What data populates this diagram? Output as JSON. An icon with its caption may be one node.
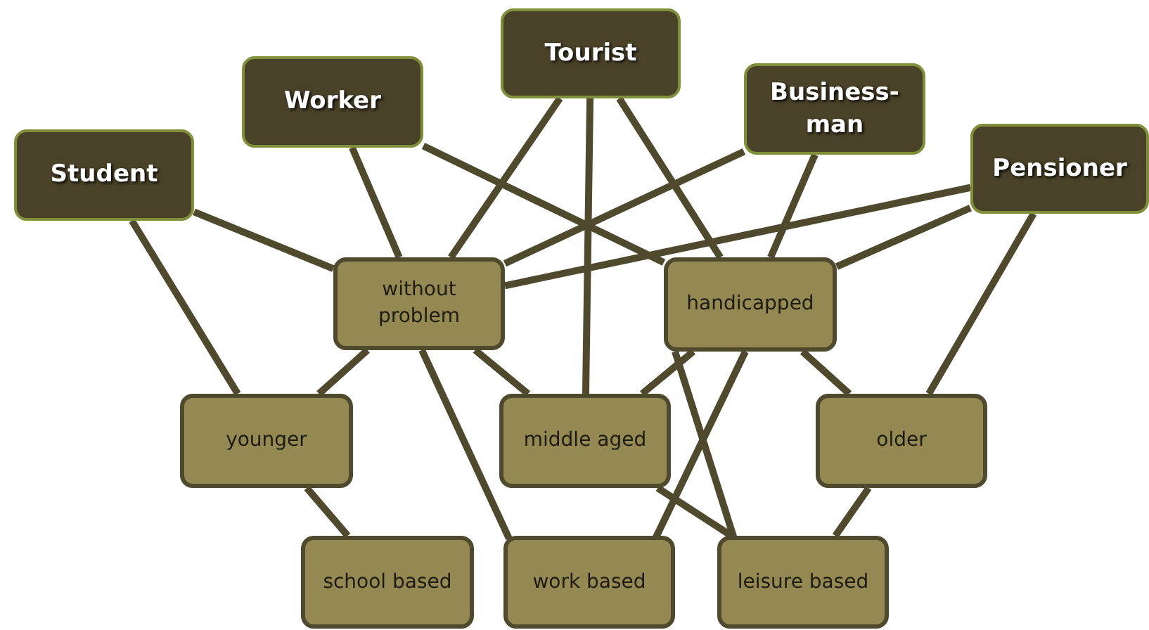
{
  "diagram": {
    "nodes": [
      {
        "text": [
          "Student"
        ]
      },
      {
        "text": [
          "Worker"
        ]
      },
      {
        "text": [
          "Tourist"
        ]
      },
      {
        "text": [
          "Business- man"
        ]
      },
      {
        "text": [
          "Pensioner"
        ]
      },
      {
        "text": [
          "without problem"
        ]
      },
      {
        "text": [
          "handicapped"
        ]
      },
      {
        "text": [
          "younger"
        ]
      },
      {
        "text": [
          "middle aged"
        ]
      },
      {
        "text": [
          "older"
        ]
      },
      {
        "text": [
          "school based"
        ]
      },
      {
        "text": [
          "work based"
        ]
      },
      {
        "text": [
          "leisure based"
        ]
      }
    ],
    "edges": [
      {
        "from": 0,
        "to": 5,
        "arrow": "none"
      },
      {
        "from": 0,
        "to": 7,
        "arrow": "none"
      },
      {
        "from": 1,
        "to": 5,
        "arrow": "none"
      },
      {
        "from": 1,
        "to": 6,
        "arrow": "none"
      },
      {
        "from": 2,
        "to": 5,
        "arrow": "none"
      },
      {
        "from": 2,
        "to": 6,
        "arrow": "none"
      },
      {
        "from": 2,
        "to": 8,
        "arrow": "none"
      },
      {
        "from": 3,
        "to": 5,
        "arrow": "none"
      },
      {
        "from": 3,
        "to": 6,
        "arrow": "none"
      },
      {
        "from": 4,
        "to": 5,
        "arrow": "none"
      },
      {
        "from": 4,
        "to": 6,
        "arrow": "none"
      },
      {
        "from": 4,
        "to": 9,
        "arrow": "none"
      },
      {
        "from": 5,
        "to": 7,
        "arrow": "none"
      },
      {
        "from": 5,
        "to": 8,
        "arrow": "none"
      },
      {
        "from": 5,
        "to": 11,
        "arrow": "none"
      },
      {
        "from": 6,
        "to": 8,
        "arrow": "none"
      },
      {
        "from": 6,
        "to": 11,
        "arrow": "none"
      },
      {
        "from": 6,
        "to": 12,
        "arrow": "none"
      },
      {
        "from": 6,
        "to": 9,
        "arrow": "none"
      },
      {
        "from": 7,
        "to": 10,
        "arrow": "none"
      },
      {
        "from": 8,
        "to": 12,
        "arrow": "none"
      },
      {
        "from": 9,
        "to": 12,
        "arrow": "none"
      }
    ]
  }
}
